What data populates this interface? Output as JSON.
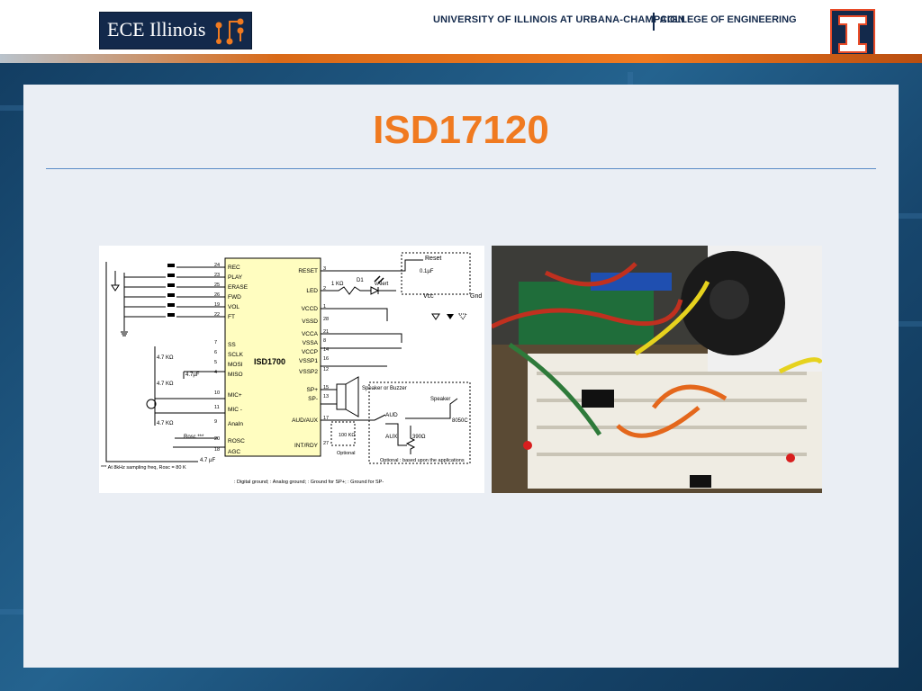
{
  "header": {
    "logo_text": "ECE Illinois",
    "university": "UNIVERSITY OF ILLINOIS AT URBANA-CHAMPAIGN",
    "college": "COLLEGE OF ENGINEERING"
  },
  "slide": {
    "title": "ISD17120"
  },
  "schematic": {
    "chip_label": "ISD1700",
    "left_pins": [
      {
        "num": "24",
        "name": "REC"
      },
      {
        "num": "23",
        "name": "PLAY"
      },
      {
        "num": "25",
        "name": "ERASE"
      },
      {
        "num": "26",
        "name": "FWD"
      },
      {
        "num": "19",
        "name": "VOL"
      },
      {
        "num": "22",
        "name": "FT"
      },
      {
        "num": "7",
        "name": "SS"
      },
      {
        "num": "6",
        "name": "SCLK"
      },
      {
        "num": "5",
        "name": "MOSI"
      },
      {
        "num": "4",
        "name": "MISO"
      },
      {
        "num": "10",
        "name": "MIC+"
      },
      {
        "num": "11",
        "name": "MIC -"
      },
      {
        "num": "9",
        "name": "AnaIn"
      },
      {
        "num": "20",
        "name": "ROSC"
      },
      {
        "num": "18",
        "name": "AGC"
      }
    ],
    "right_pins": [
      {
        "num": "3",
        "name": "RESET"
      },
      {
        "num": "2",
        "name": "LED"
      },
      {
        "num": "1",
        "name": "VCCD"
      },
      {
        "num": "28",
        "name": "VSSD"
      },
      {
        "num": "21",
        "name": "VCCA"
      },
      {
        "num": "8",
        "name": "VSSA"
      },
      {
        "num": "14",
        "name": "VCCP"
      },
      {
        "num": "16",
        "name": "VSSP1"
      },
      {
        "num": "12",
        "name": "VSSP2"
      },
      {
        "num": "15",
        "name": "SP+"
      },
      {
        "num": "13",
        "name": "SP-"
      },
      {
        "num": "17",
        "name": "AUD/AUX"
      },
      {
        "num": "27",
        "name": "INT/RDY"
      }
    ],
    "labels": {
      "reset": "Reset",
      "gnd": "Gnd",
      "vcc": "Vcc",
      "cap_01uf": "0.1µF",
      "r_1k": "1 KΩ",
      "d1": "D1",
      "valert": "vAlert",
      "r_47k_1": "4.7 KΩ",
      "r_47k_2": "4.7 KΩ",
      "r_47k_3": "4.7 KΩ",
      "cap_47uf": "4.7µF",
      "cap_agc": "4.7 µF",
      "rosc": "Rosc ***",
      "speaker": "Speaker or Buzzer",
      "aud": "AUD",
      "aux": "AUX",
      "speaker2": "Speaker",
      "transistor": "8050C",
      "r_390": "390Ω",
      "r_100k": "100 KΩ",
      "optional": "Optional",
      "optional_note": "Optional : based upon the applications",
      "footnote": "*** At 8kHz sampling freq, Rosc = 80 K",
      "ground_legend": ": Digital ground;   : Analog ground;   : Ground for SP+;   : Ground for SP-"
    }
  },
  "photo": {
    "description_icon": "breadboard-photo"
  },
  "colors": {
    "title": "#f07a20",
    "header_navy": "#13294b",
    "accent_orange": "#e84a27"
  }
}
